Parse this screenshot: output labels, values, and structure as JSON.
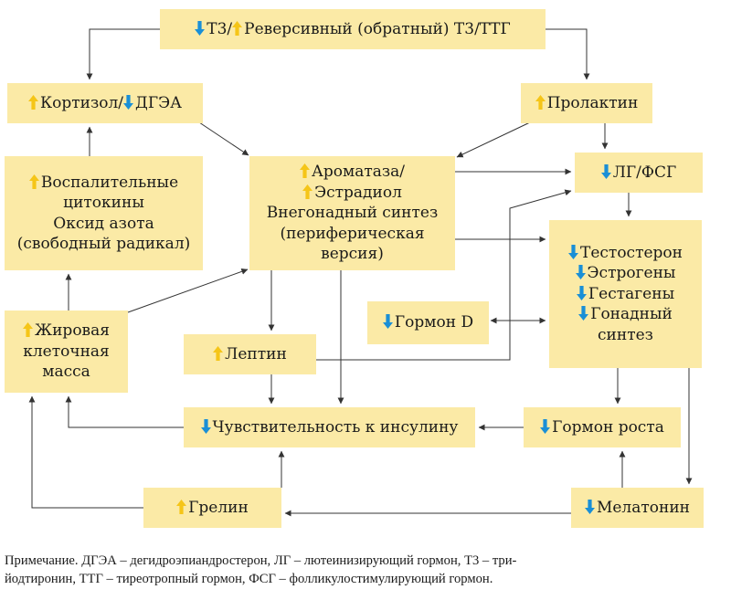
{
  "colors": {
    "box_fill": "#fbeaa6",
    "arrow_up": "#f5c518",
    "arrow_down": "#1a8fd6",
    "wire": "#333333"
  },
  "boxes": {
    "t3_reverse": {
      "lines": [
        [
          {
            "arrow": "down"
          },
          {
            "text": "Т3/"
          },
          {
            "arrow": "up"
          },
          {
            "text": "Реверсивный (обратный) Т3/ТТГ"
          }
        ]
      ]
    },
    "cortisol": {
      "lines": [
        [
          {
            "arrow": "up"
          },
          {
            "text": "Кортизол/"
          },
          {
            "arrow": "down"
          },
          {
            "text": "ДГЭА"
          }
        ]
      ]
    },
    "prolactin": {
      "lines": [
        [
          {
            "arrow": "up"
          },
          {
            "text": "Пролактин"
          }
        ]
      ]
    },
    "inflammatory": {
      "lines": [
        [
          {
            "arrow": "up"
          },
          {
            "text": "Воспалительные"
          }
        ],
        [
          {
            "text": "цитокины"
          }
        ],
        [
          {
            "text": "Оксид азота"
          }
        ],
        [
          {
            "text": "(свободный радикал)"
          }
        ]
      ]
    },
    "aromatase": {
      "lines": [
        [
          {
            "arrow": "up"
          },
          {
            "text": "Ароматаза/"
          }
        ],
        [
          {
            "arrow": "up"
          },
          {
            "text": "Эстрадиол"
          }
        ],
        [
          {
            "text": "Внегонадный синтез"
          }
        ],
        [
          {
            "text": "(периферическая"
          }
        ],
        [
          {
            "text": "версия)"
          }
        ]
      ]
    },
    "lh_fsh": {
      "lines": [
        [
          {
            "arrow": "down"
          },
          {
            "text": "ЛГ/ФСГ"
          }
        ]
      ]
    },
    "gonadal": {
      "lines": [
        [
          {
            "arrow": "down"
          },
          {
            "text": "Тестостерон"
          }
        ],
        [
          {
            "arrow": "down"
          },
          {
            "text": "Эстрогены"
          }
        ],
        [
          {
            "arrow": "down"
          },
          {
            "text": "Гестагены"
          }
        ],
        [
          {
            "arrow": "down"
          },
          {
            "text": "Гонадный"
          }
        ],
        [
          {
            "text": "синтез"
          }
        ]
      ]
    },
    "hormone_d": {
      "lines": [
        [
          {
            "arrow": "down"
          },
          {
            "text": "Гормон D"
          }
        ]
      ]
    },
    "fat_mass": {
      "lines": [
        [
          {
            "arrow": "up"
          },
          {
            "text": "Жировая"
          }
        ],
        [
          {
            "text": "клеточная"
          }
        ],
        [
          {
            "text": "масса"
          }
        ]
      ]
    },
    "leptin": {
      "lines": [
        [
          {
            "arrow": "up"
          },
          {
            "text": "Лептин"
          }
        ]
      ]
    },
    "insulin": {
      "lines": [
        [
          {
            "arrow": "down"
          },
          {
            "text": "Чувствительность к инсулину"
          }
        ]
      ]
    },
    "growth_hormone": {
      "lines": [
        [
          {
            "arrow": "down"
          },
          {
            "text": "Гормон роста"
          }
        ]
      ]
    },
    "ghrelin": {
      "lines": [
        [
          {
            "arrow": "up"
          },
          {
            "text": "Грелин"
          }
        ]
      ]
    },
    "melatonin": {
      "lines": [
        [
          {
            "arrow": "down"
          },
          {
            "text": "Мелатонин"
          }
        ]
      ]
    }
  },
  "note": {
    "line1": "Примечание. ДГЭА – дегидроэпиандростерон, ЛГ – лютеинизирующий гормон, Т3 – три-",
    "line2": "йодтиронин, ТТГ – тиреотропный гормон, ФСГ – фолликулостимулирующий гормон."
  }
}
